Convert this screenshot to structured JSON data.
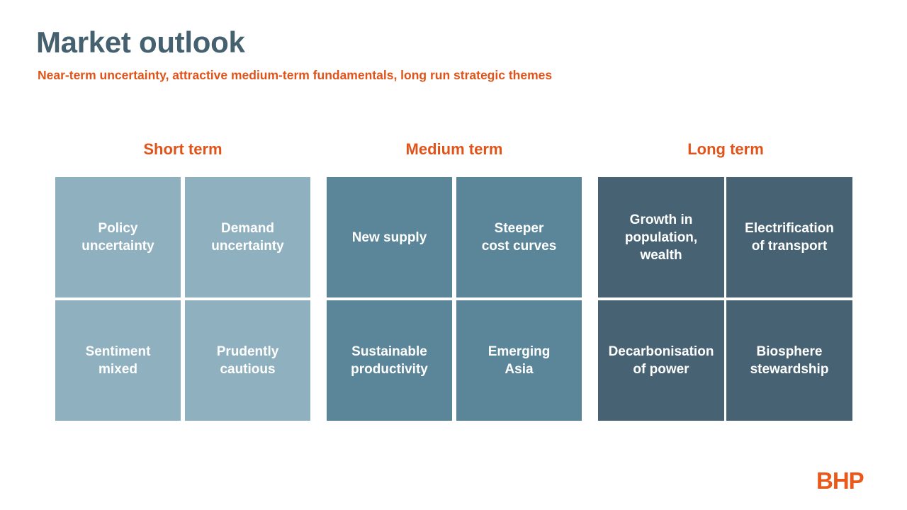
{
  "slide": {
    "title": "Market outlook",
    "subtitle": "Near-term uncertainty, attractive medium-term fundamentals, long run strategic themes"
  },
  "groups": [
    {
      "title": "Short term",
      "cells": [
        {
          "line1": "Policy",
          "line2": "uncertainty",
          "line3": ""
        },
        {
          "line1": "Demand",
          "line2": "uncertainty",
          "line3": ""
        },
        {
          "line1": "Sentiment",
          "line2": "mixed",
          "line3": ""
        },
        {
          "line1": "Prudently",
          "line2": "cautious",
          "line3": ""
        }
      ]
    },
    {
      "title": "Medium term",
      "cells": [
        {
          "line1": "New supply",
          "line2": "",
          "line3": ""
        },
        {
          "line1": "Steeper",
          "line2": "cost curves",
          "line3": ""
        },
        {
          "line1": "Sustainable",
          "line2": "productivity",
          "line3": ""
        },
        {
          "line1": "Emerging",
          "line2": "Asia",
          "line3": ""
        }
      ]
    },
    {
      "title": "Long term",
      "cells": [
        {
          "line1": "Growth in",
          "line2": "population,",
          "line3": "wealth"
        },
        {
          "line1": "Electrification",
          "line2": "of transport",
          "line3": ""
        },
        {
          "line1": "Decarbonisation",
          "line2": "of power",
          "line3": ""
        },
        {
          "line1": "Biosphere",
          "line2": "stewardship",
          "line3": ""
        }
      ]
    }
  ],
  "logo": "BHP",
  "colors": {
    "title": "#45606f",
    "accent": "#e0541a",
    "short_term_tile": "#8fb0bf",
    "medium_term_tile": "#5b8699",
    "long_term_tile": "#476273"
  }
}
